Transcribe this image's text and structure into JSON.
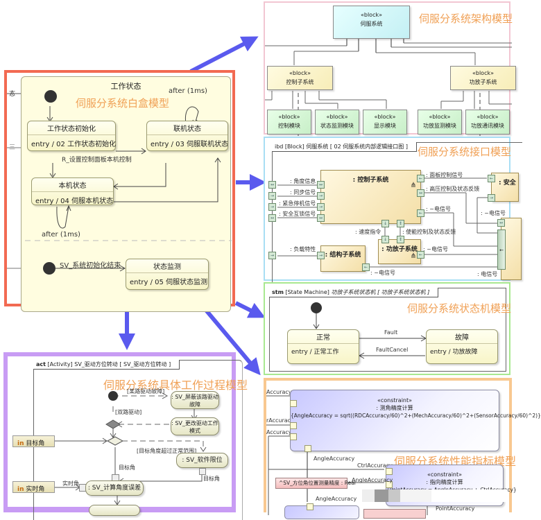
{
  "colors": {
    "arrow": "#5a5aee",
    "whitebox_border": "#f26a52",
    "architecture_border": "#f2c6d2",
    "interface_border": "#a8def4",
    "state_machine_border": "#a8e890",
    "performance_border": "#f8c890",
    "activity_border": "#c89cf4",
    "title_orange": "#f0a055"
  },
  "whitebox": {
    "title": "伺服分系统白盒模型",
    "composite_state": "工作状态",
    "left_edge_labels": [
      "态",
      "三"
    ],
    "states": [
      {
        "name": "工作状态初始化",
        "entry": "entry / 02 工作状态初始化"
      },
      {
        "name": "联机状态",
        "entry": "entry / 03 伺服联机状态"
      },
      {
        "name": "本机状态",
        "entry": "entry / 04 伺服本机状态"
      },
      {
        "name": "状态监测",
        "entry": "entry / 05 伺服状态监测"
      }
    ],
    "transitions": {
      "self_loop_online": "after (1ms)",
      "self_loop_local": "after (1ms)",
      "to_local": "R_设置控制面板本机控制",
      "init_done": "SV_系统初始化结束"
    }
  },
  "architecture": {
    "title": "伺服分系统架构模型",
    "stereotype": "«block»",
    "root": "伺服系统",
    "subsystems": [
      "控制子系统",
      "功放子系统"
    ],
    "modules": [
      "控制模块",
      "状态监测模块",
      "显示模块",
      "功放监测模块",
      "功放通讯模块"
    ]
  },
  "interface": {
    "title": "伺服分系统接口模型",
    "frame": "ibd [Block] 伺服系统 [ 02 伺服系统内部逻辑接口图 ]",
    "parts": [
      ": 控制子系统",
      ": 结构子系统",
      ": 功放子系统",
      ": 安全"
    ],
    "left_signals": [
      ": 角度信息",
      ": 同步信号",
      ": 紧急停机信号",
      ": 安全互锁信号",
      ": 负载特性"
    ],
    "right_signals": [
      ": 面板控制信号",
      ": 高压控制及状态反馈",
      ": ~电信号",
      ": ~电信号",
      ": 电信号"
    ],
    "middle_signals": [
      ": 速度指令",
      ": 使能控制及状态反馈",
      ": ~电信号",
      ": ~电信号"
    ]
  },
  "state_machine": {
    "title": "伺服分系统状态机模型",
    "frame_keyword": "stm",
    "frame_kind": "[State Machine]",
    "frame_name": "功放子系统状态机 [ 功放子系统状态机 ]",
    "states": [
      {
        "name": "正常",
        "entry": "entry / 正常工作"
      },
      {
        "name": "故障",
        "entry": "entry / 功放故障"
      }
    ],
    "transitions": [
      "Fault",
      "FaultCancel"
    ]
  },
  "activity": {
    "title": "伺服分系统具体工作过程模型",
    "frame_keyword": "act",
    "frame_kind": "[Activity]",
    "frame_name": "SV_驱动方位转动 [ SV_驱动方位转动 ]",
    "guards": [
      "[某路驱动故障]",
      "[双路驱动]",
      "[目标角度超过正常范围]"
    ],
    "actions": [
      ": SV_屏蔽该路驱动故障",
      ": SV_更改驱动工作模式",
      ": SV_软件限位",
      ": SV_计算角度误差"
    ],
    "inputs": [
      {
        "kw": "in",
        "name": "目标角"
      },
      {
        "kw": "in",
        "name": "实时角"
      }
    ],
    "flow_labels": [
      "目标角",
      "目标角",
      "实时角"
    ]
  },
  "performance": {
    "title": "伺服分系统性能指标模型",
    "stereotype": "«constraint»",
    "constraint1_name": ": 测角精度计算",
    "constraint1_expr": "{AngleAccuracy = sqrt((RDCAccuracy/60)^2+(MechAccuracy/60)^2+(SensorAccuracy/60)^2)}",
    "constraint2_name": ": 指向精度计算",
    "constraint2_expr": "{PointAccuracy = AngleAccuracy + CtrlAccuracy}",
    "left_params": [
      "Accuracy",
      "rAccuracy",
      "Accuracy"
    ],
    "labels": [
      "AngleAccuracy",
      "CtrlAccuracy",
      "AngleAccuracy",
      "AngleAccuracy",
      "PointAccuracy"
    ],
    "value_property": "^SV_方位角位置测量精度 : Real"
  }
}
